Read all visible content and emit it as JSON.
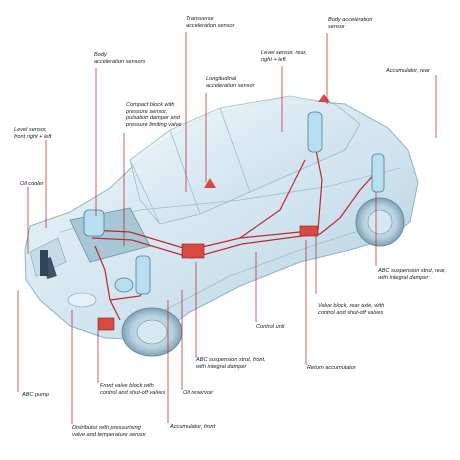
{
  "colors": {
    "background": "#ffffff",
    "bodyFill": "#d6e8f1",
    "bodyStroke": "#8fb3c7",
    "hydraulicLine": "#c0262d",
    "component": "#b8dff0",
    "leaderLine": "#b2201f"
  },
  "labels": {
    "transverse_accel": "Transverse\nacceleration sensor",
    "body_accel_rear": "Body acceleration\nsensor",
    "body_accel_front": "Body\nacceleration sensors",
    "level_sensor_rear": "Level sensor, rear,\nright + left",
    "accumulator_rear": "Accumulator, rear",
    "longitudinal_accel": "Longitudinal\nacceleration sensor",
    "compact_block": "Compact block with\npressure sensor,\npulsation damper and\npressure limiting valve",
    "level_sensor_front": "Level sensor,\nfront right + left",
    "oil_cooler": "Oil cooler",
    "abc_strut_rear": "ABC suspension strut, rear,\nwith integral damper",
    "valve_block_rear": "Valve block, rear axle, with\ncontrol and shut-off valves",
    "control_unit": "Control unit",
    "abc_strut_front": "ABC suspension strut, front,\nwith integral damper",
    "return_accumulator": "Return accumulator",
    "front_valve_block": "Front valve block with\ncontrol and shut-off valves",
    "oil_reservoir": "Oil reservoir",
    "abc_pump": "ABC pump",
    "accumulator_front": "Accumulator, front",
    "distributor": "Distributor with pressurising\nvalve and temperature sensor"
  }
}
